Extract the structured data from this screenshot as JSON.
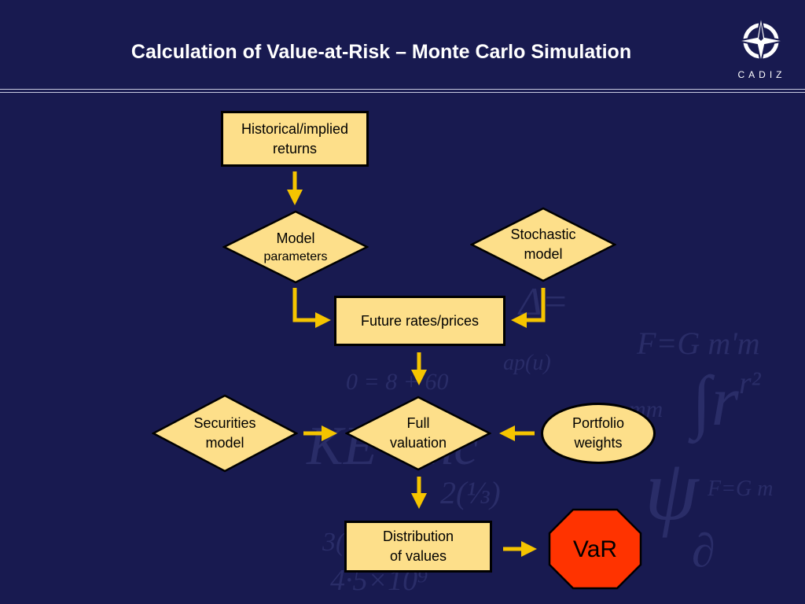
{
  "title": "Calculation of Value-at-Risk – Monte Carlo Simulation",
  "logo": {
    "text": "CADIZ",
    "icon": "compass-star-icon"
  },
  "colors": {
    "background": "#181a50",
    "node_fill": "#fddf8a",
    "arrow": "#f5c400",
    "var_fill": "#ff3300"
  },
  "nodes": {
    "historical": {
      "line1": "Historical/implied",
      "line2": "returns"
    },
    "model_params": {
      "line1": "Model",
      "line2": "parameters"
    },
    "stochastic": {
      "line1": "Stochastic",
      "line2": "model"
    },
    "future": {
      "text": "Future rates/prices"
    },
    "securities": {
      "line1": "Securities",
      "line2": "model"
    },
    "full_valuation": {
      "line1": "Full",
      "line2": "valuation"
    },
    "portfolio": {
      "line1": "Portfolio",
      "line2": "weights"
    },
    "distribution": {
      "line1": "Distribution",
      "line2": "of values"
    },
    "var": {
      "text": "VaR"
    }
  }
}
